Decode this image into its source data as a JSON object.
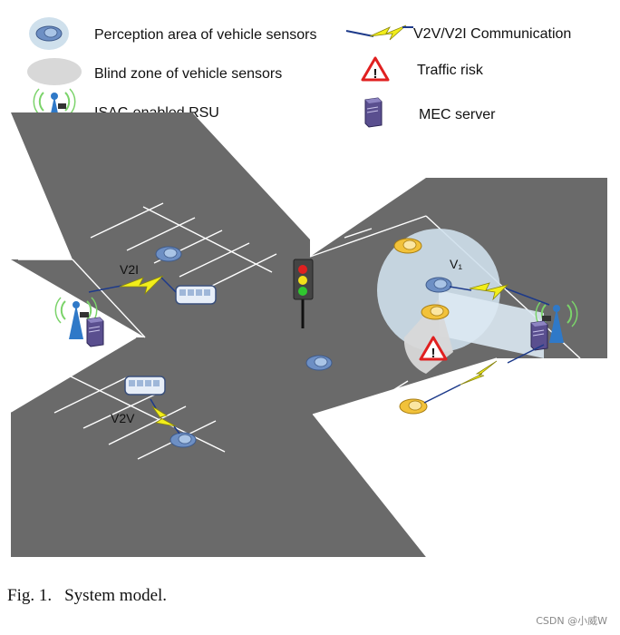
{
  "legend": {
    "perception": "Perception area of vehicle sensors",
    "blind_zone": "Blind zone of vehicle sensors",
    "rsu": "ISAC-enabled RSU",
    "communication": "V2V/V2I Communication",
    "risk": "Traffic risk",
    "mec": "MEC server"
  },
  "labels": {
    "v2i": "V2I",
    "v2v": "V2V",
    "v1": "V₁"
  },
  "caption": {
    "figure_number": "Fig. 1.",
    "title": "System model."
  },
  "watermark": "CSDN @小威W",
  "icons": {
    "perception": "sensor-range-icon",
    "blind_zone": "blind-zone-icon",
    "rsu": "rsu-antenna-icon",
    "communication": "lightning-link-icon",
    "risk": "warning-triangle-icon",
    "mec": "server-tower-icon"
  },
  "colors": {
    "road": "#6a6a6a",
    "lane_lines": "#ffffff",
    "perception_area": "#cfe0ec",
    "blind_zone": "#d6d6d6",
    "lightning": "#f2ee1a",
    "risk_red": "#e02020",
    "rsu_blue": "#2f79c8",
    "server_purple": "#5a4f8f",
    "taxi_yellow": "#f2c23a",
    "car_blue": "#6a8bbf"
  }
}
